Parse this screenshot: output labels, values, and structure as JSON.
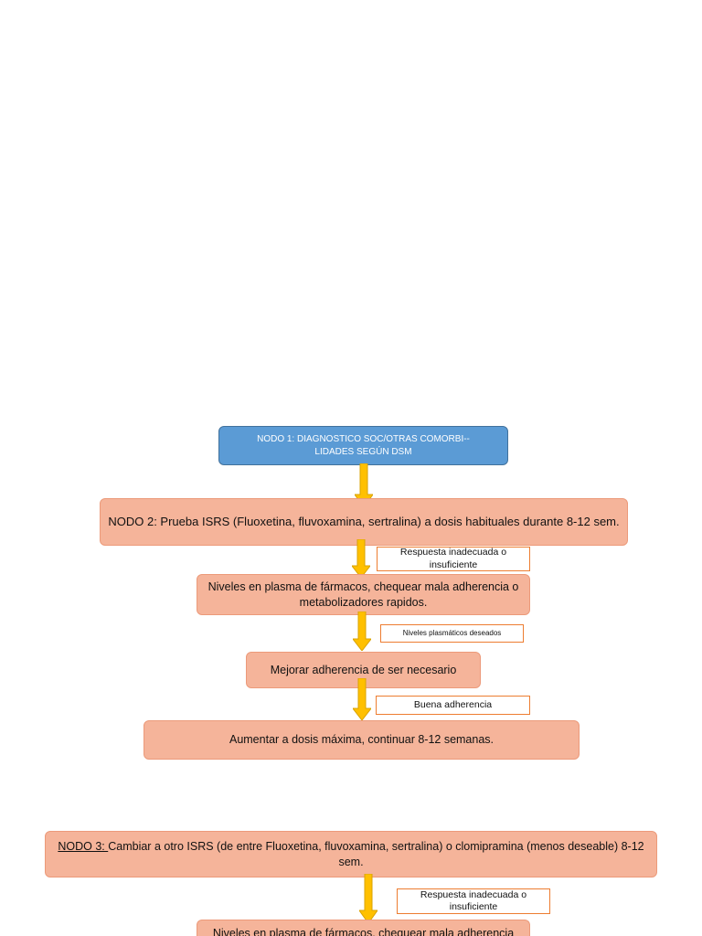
{
  "colors": {
    "blue_node": "#5b9bd5",
    "salmon_node": "#f5b49a",
    "arrow": "#ffc000",
    "label_border": "#ed7d31"
  },
  "nodes": {
    "nodo1": "NODO 1: DIAGNOSTICO SOC/OTRAS COMORBI-- LIDADES SEGÚN DSM",
    "nodo2": "NODO 2: Prueba ISRS (Fluoxetina, fluvoxamina, sertralina) a dosis habituales durante 8-12 sem.",
    "niveles_1": "Niveles en plasma de fármacos, chequear mala adherencia o metabolizadores rapidos.",
    "mejorar": "Mejorar adherencia de ser necesario",
    "aumentar": "Aumentar a dosis máxima, continuar 8-12 semanas.",
    "nodo3_prefix": "NODO 3: ",
    "nodo3_text": "Cambiar a otro ISRS (de entre Fluoxetina, fluvoxamina, sertralina) o clomipramina (menos deseable) 8-12 sem.",
    "niveles_2": "Niveles en plasma de fármacos, chequear mala adherencia"
  },
  "labels": {
    "respuesta_1": "Respuesta inadecuada o insuficiente",
    "niveles_deseados": "Niveles plasmáticos deseados",
    "buena_adherencia": "Buena adherencia",
    "respuesta_2": "Respuesta inadecuada o insuficiente"
  }
}
